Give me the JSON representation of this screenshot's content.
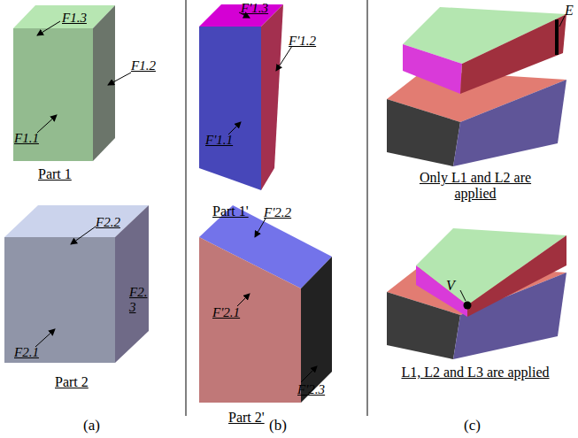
{
  "diagram": {
    "labels": [
      "F1.3",
      "F1.2",
      "F1.1",
      "Part 1",
      "F2.2",
      "F2. 3",
      "F2.1",
      "Part 2",
      "(a)",
      "F'1.3",
      "F'1.2",
      "F'1.1",
      "Part 1'",
      "F'2.2",
      "F'2.1",
      "F'2.3",
      "Part 2'",
      "(b)",
      "E",
      "Only L1 and L2 are applied",
      "V",
      "L1, L2 and L3 are applied",
      "(c)"
    ]
  }
}
